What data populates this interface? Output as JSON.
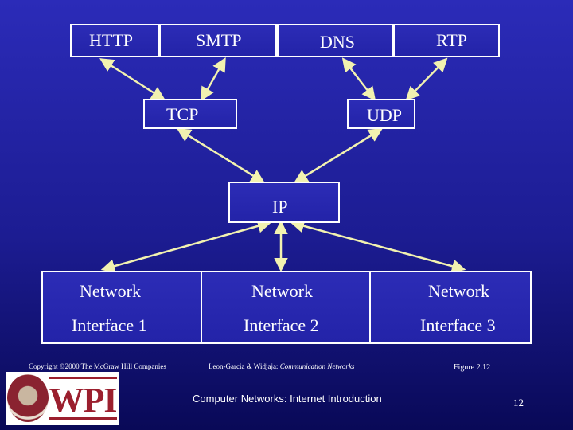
{
  "boxes": {
    "http": "HTTP",
    "smtp": "SMTP",
    "dns": "DNS",
    "rtp": "RTP",
    "tcp": "TCP",
    "udp": "UDP",
    "ip": "IP",
    "net1": [
      "Network",
      "Interface 1"
    ],
    "net2": [
      "Network",
      "Interface 2"
    ],
    "net3": [
      "Network",
      "Interface 3"
    ]
  },
  "footer": {
    "copyright": "Copyright ©2000 The McGraw Hill Companies",
    "citation_prefix": "Leon-Garcia & Widjaja: ",
    "citation_title": "Communication Networks",
    "figure": "Figure 2.12",
    "course": "Computer Networks: Internet Introduction",
    "page": "12"
  },
  "logo": {
    "text": "WPI"
  },
  "colors": {
    "background_top": "#2b2bb8",
    "background_bottom": "#090957",
    "arrow": "#f2f2b0",
    "text": "#ffffff",
    "logo_red": "#9b1f2e"
  }
}
